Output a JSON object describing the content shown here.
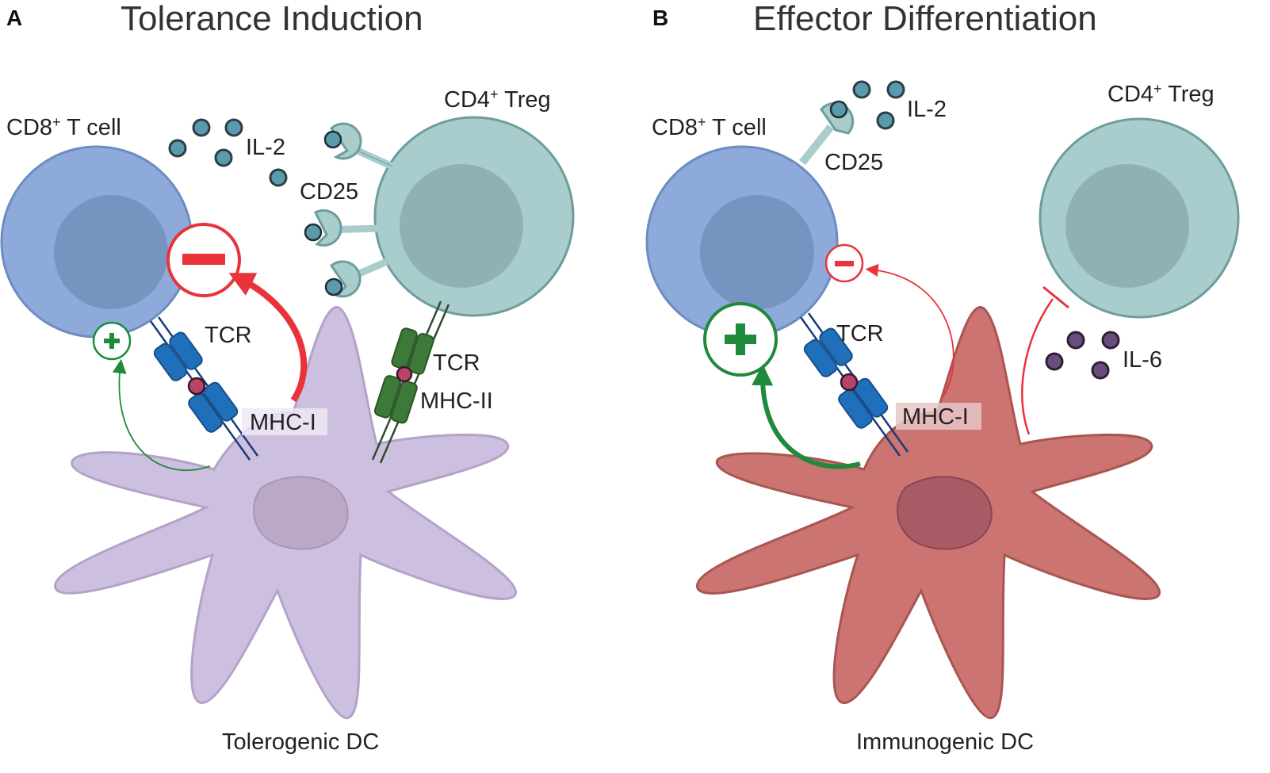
{
  "panel_a": {
    "letter": "A",
    "title": "Tolerance Induction",
    "cd8_label": "CD8",
    "cd8_sup": "+",
    "cd8_suffix": " T cell",
    "treg_label": "CD4",
    "treg_sup": "+",
    "treg_suffix": " Treg",
    "il2_label": "IL-2",
    "cd25_label": "CD25",
    "tcr_left_label": "TCR",
    "mhc1_label": "MHC-I",
    "tcr_right_label": "TCR",
    "mhc2_label": "MHC-II",
    "dc_label": "Tolerogenic DC"
  },
  "panel_b": {
    "letter": "B",
    "title": "Effector Differentiation",
    "cd8_label": "CD8",
    "cd8_sup": "+",
    "cd8_suffix": " T cell",
    "treg_label": "CD4",
    "treg_sup": "+",
    "treg_suffix": " Treg",
    "il2_label": "IL-2",
    "cd25_label": "CD25",
    "tcr_label": "TCR",
    "mhc1_label": "MHC-I",
    "il6_label": "IL-6",
    "dc_label": "Immunogenic DC"
  },
  "colors": {
    "cd8_cell": "#8eaadb",
    "cd8_nucleus": "#7594bf",
    "treg_cell": "#a9cdcd",
    "treg_nucleus": "#90b1b1",
    "tolerogenic_dc": "#cdbfdf",
    "immunogenic_dc": "#cb7472",
    "tcr": "#1f6fba",
    "mhc2": "#3d7a3a",
    "inhibit": "#e8333a",
    "activate": "#1f8a3c",
    "il2": "#5a9aaa",
    "il6": "#6a4d7a"
  }
}
